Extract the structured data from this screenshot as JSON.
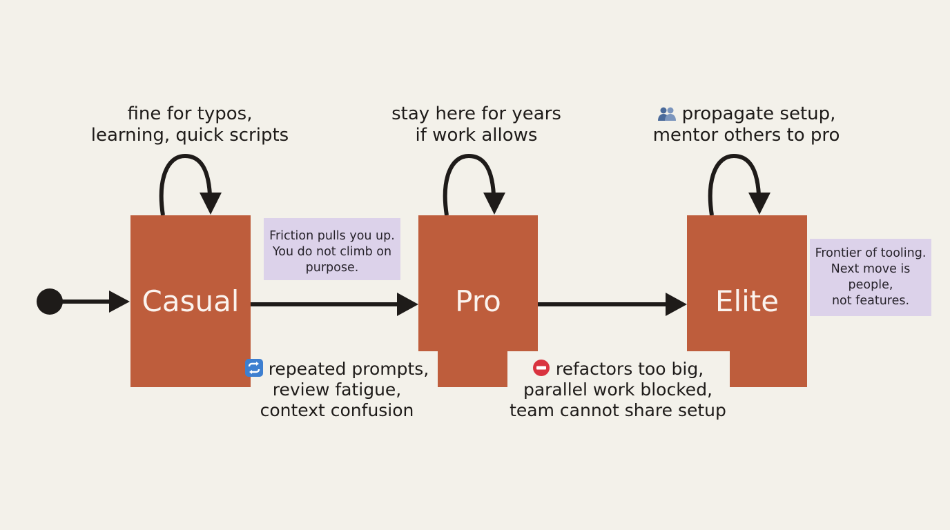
{
  "states": [
    {
      "name": "Casual",
      "loop_text": [
        "fine for typos,",
        "learning, quick scripts"
      ]
    },
    {
      "name": "Pro",
      "loop_text": [
        "stay here for years",
        "if work allows"
      ]
    },
    {
      "name": "Elite",
      "loop_text": [
        "propagate setup,",
        "mentor others to pro"
      ],
      "loop_icon": "people-icon"
    }
  ],
  "transitions": [
    {
      "from": "Casual",
      "to": "Pro",
      "icon": "repeat-icon",
      "text": [
        "repeated prompts,",
        "review fatigue,",
        "context confusion"
      ]
    },
    {
      "from": "Pro",
      "to": "Elite",
      "icon": "no-entry-icon",
      "text": [
        "refactors too big,",
        "parallel work blocked,",
        "team cannot share setup"
      ]
    }
  ],
  "notes": [
    {
      "text": [
        "Friction pulls you up.",
        "You do not climb on",
        "purpose."
      ]
    },
    {
      "text": [
        "Frontier of tooling.",
        "Next move is",
        "people,",
        "not features."
      ]
    }
  ],
  "colors": {
    "background": "#f3f1ea",
    "state_fill": "#be5d3c",
    "note_fill": "#dcd2ea",
    "ink": "#1e1b19"
  }
}
